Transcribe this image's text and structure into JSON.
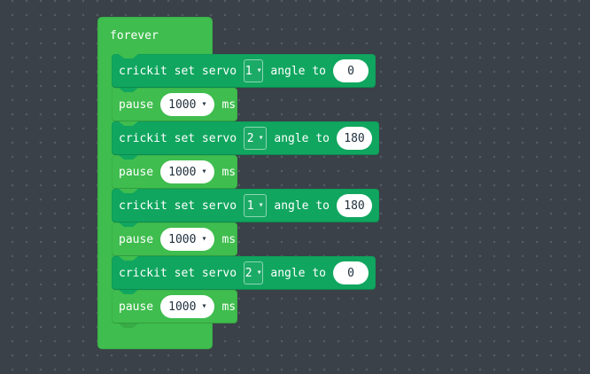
{
  "colors": {
    "background": "#3a4148",
    "grid_dot": "#545c66",
    "loop_green": "#3fbd4e",
    "crickit_green": "#10a65f",
    "field_text": "#20303d"
  },
  "icons": {
    "dropdown_caret": "▾"
  },
  "forever": {
    "label": "forever"
  },
  "blocks": [
    {
      "type": "crickit_set_servo",
      "text_before": "crickit set servo",
      "servo": "1",
      "text_mid": "angle to",
      "angle": "0"
    },
    {
      "type": "pause",
      "text_before": "pause",
      "duration": "1000",
      "text_after": "ms"
    },
    {
      "type": "crickit_set_servo",
      "text_before": "crickit set servo",
      "servo": "2",
      "text_mid": "angle to",
      "angle": "180"
    },
    {
      "type": "pause",
      "text_before": "pause",
      "duration": "1000",
      "text_after": "ms"
    },
    {
      "type": "crickit_set_servo",
      "text_before": "crickit set servo",
      "servo": "1",
      "text_mid": "angle to",
      "angle": "180"
    },
    {
      "type": "pause",
      "text_before": "pause",
      "duration": "1000",
      "text_after": "ms"
    },
    {
      "type": "crickit_set_servo",
      "text_before": "crickit set servo",
      "servo": "2",
      "text_mid": "angle to",
      "angle": "0"
    },
    {
      "type": "pause",
      "text_before": "pause",
      "duration": "1000",
      "text_after": "ms"
    }
  ]
}
